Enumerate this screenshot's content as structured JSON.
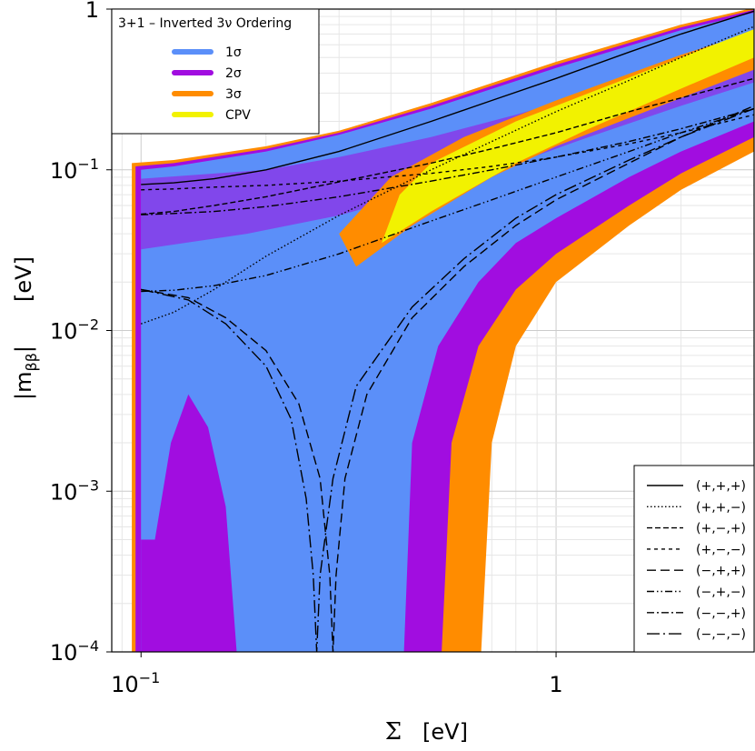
{
  "chart_data": {
    "type": "area",
    "title": "3+1 – Inverted 3ν Ordering",
    "xlabel": {
      "symbol": "Σ",
      "unit": "[eV]"
    },
    "ylabel": {
      "symbol": "|m",
      "subscript": "ββ",
      "close": "|",
      "unit": "[eV]"
    },
    "x_scale": "log",
    "y_scale": "log",
    "xlim": [
      0.085,
      3.0
    ],
    "ylim": [
      0.0001,
      1.0
    ],
    "grid": true,
    "x_ticks": [
      {
        "value": 0.1,
        "base": "10",
        "exp": "−1"
      },
      {
        "value": 1.0,
        "base": "1",
        "exp": ""
      }
    ],
    "y_ticks": [
      {
        "value": 1.0,
        "base": "1",
        "exp": ""
      },
      {
        "value": 0.1,
        "base": "10",
        "exp": "−1"
      },
      {
        "value": 0.01,
        "base": "10",
        "exp": "−2"
      },
      {
        "value": 0.001,
        "base": "10",
        "exp": "−3"
      },
      {
        "value": 0.0001,
        "base": "10",
        "exp": "−4"
      }
    ],
    "colors": {
      "sigma1": "#5b8ff9",
      "sigma2": "#a10de0",
      "sigma3": "#ff8c00",
      "cpv": "#f2f200"
    },
    "bands": [
      {
        "name": "3σ",
        "color_key": "sigma3",
        "upper": [
          [
            0.095,
            0.11
          ],
          [
            0.12,
            0.115
          ],
          [
            0.2,
            0.14
          ],
          [
            0.3,
            0.175
          ],
          [
            0.5,
            0.26
          ],
          [
            1.0,
            0.47
          ],
          [
            2.0,
            0.8
          ],
          [
            3.0,
            1.02
          ]
        ],
        "lower_right": [
          [
            0.66,
            0.0001
          ],
          [
            0.7,
            0.002
          ],
          [
            0.8,
            0.008
          ],
          [
            1.0,
            0.02
          ],
          [
            1.5,
            0.045
          ],
          [
            2.0,
            0.075
          ],
          [
            3.0,
            0.13
          ]
        ]
      },
      {
        "name": "2σ",
        "color_key": "sigma2",
        "upper": [
          [
            0.097,
            0.105
          ],
          [
            0.12,
            0.11
          ],
          [
            0.2,
            0.135
          ],
          [
            0.3,
            0.17
          ],
          [
            0.5,
            0.25
          ],
          [
            1.0,
            0.45
          ],
          [
            2.0,
            0.77
          ],
          [
            3.0,
            0.99
          ]
        ],
        "lower_right": [
          [
            0.53,
            0.0001
          ],
          [
            0.56,
            0.002
          ],
          [
            0.65,
            0.008
          ],
          [
            0.8,
            0.018
          ],
          [
            1.0,
            0.03
          ],
          [
            1.5,
            0.06
          ],
          [
            2.0,
            0.095
          ],
          [
            3.0,
            0.16
          ]
        ]
      },
      {
        "name": "1σ",
        "color_key": "sigma1",
        "upper": [
          [
            0.1,
            0.1
          ],
          [
            0.12,
            0.105
          ],
          [
            0.2,
            0.13
          ],
          [
            0.3,
            0.165
          ],
          [
            0.5,
            0.24
          ],
          [
            1.0,
            0.43
          ],
          [
            2.0,
            0.74
          ],
          [
            3.0,
            0.95
          ]
        ],
        "lower_right": [
          [
            0.43,
            0.0001
          ],
          [
            0.45,
            0.002
          ],
          [
            0.52,
            0.008
          ],
          [
            0.65,
            0.02
          ],
          [
            0.8,
            0.035
          ],
          [
            1.0,
            0.05
          ],
          [
            1.5,
            0.09
          ],
          [
            2.0,
            0.13
          ],
          [
            3.0,
            0.2
          ]
        ]
      }
    ],
    "series": [
      {
        "name": "(+,+,+)",
        "dash": "solid",
        "x": [
          0.1,
          0.12,
          0.15,
          0.2,
          0.3,
          0.5,
          0.7,
          1.0,
          1.5,
          2.0,
          3.0
        ],
        "y": [
          0.081,
          0.083,
          0.088,
          0.1,
          0.13,
          0.2,
          0.27,
          0.37,
          0.54,
          0.7,
          0.97
        ]
      },
      {
        "name": "(+,+,−)",
        "dash": "dotted",
        "x": [
          0.1,
          0.12,
          0.15,
          0.2,
          0.3,
          0.5,
          0.7,
          1.0,
          1.5,
          2.0,
          3.0
        ],
        "y": [
          0.011,
          0.013,
          0.018,
          0.029,
          0.052,
          0.1,
          0.15,
          0.23,
          0.36,
          0.5,
          0.78
        ]
      },
      {
        "name": "(+,−,+)",
        "dash": "dashed",
        "x": [
          0.1,
          0.12,
          0.15,
          0.2,
          0.3,
          0.5,
          0.7,
          1.0,
          1.5,
          2.0,
          3.0
        ],
        "y": [
          0.053,
          0.055,
          0.06,
          0.068,
          0.084,
          0.11,
          0.135,
          0.17,
          0.23,
          0.28,
          0.37
        ]
      },
      {
        "name": "(+,−,−)",
        "dash": "dashed-fine",
        "x": [
          0.1,
          0.12,
          0.15,
          0.2,
          0.3,
          0.5,
          0.7,
          1.0,
          1.5,
          2.0,
          3.0
        ],
        "y": [
          0.075,
          0.076,
          0.078,
          0.08,
          0.085,
          0.095,
          0.105,
          0.12,
          0.145,
          0.17,
          0.22
        ]
      },
      {
        "name": "(−,+,+)",
        "dash": "long-dashed",
        "x": [
          0.1,
          0.13,
          0.16,
          0.2,
          0.24,
          0.27,
          0.285,
          0.29,
          0.295,
          0.31,
          0.35,
          0.45,
          0.6,
          0.8,
          1.0,
          1.5,
          2.0,
          3.0
        ],
        "y": [
          0.018,
          0.016,
          0.012,
          0.0075,
          0.0035,
          0.0012,
          0.0003,
          0.0001,
          0.0003,
          0.0012,
          0.004,
          0.012,
          0.025,
          0.045,
          0.065,
          0.11,
          0.16,
          0.25
        ]
      },
      {
        "name": "(−,+,−)",
        "dash": "dash-dot-dot",
        "x": [
          0.1,
          0.12,
          0.15,
          0.2,
          0.3,
          0.5,
          0.7,
          1.0,
          1.5,
          2.0,
          3.0
        ],
        "y": [
          0.0175,
          0.0178,
          0.019,
          0.022,
          0.03,
          0.048,
          0.065,
          0.09,
          0.13,
          0.17,
          0.24
        ]
      },
      {
        "name": "(−,−,+)",
        "dash": "dash-dot",
        "x": [
          0.1,
          0.12,
          0.15,
          0.2,
          0.3,
          0.5,
          0.7,
          1.0,
          1.5,
          2.0,
          3.0
        ],
        "y": [
          0.0525,
          0.0535,
          0.055,
          0.059,
          0.068,
          0.085,
          0.1,
          0.12,
          0.15,
          0.18,
          0.24
        ]
      },
      {
        "name": "(−,−,−)",
        "dash": "long-dash-dot",
        "x": [
          0.1,
          0.13,
          0.16,
          0.2,
          0.23,
          0.25,
          0.26,
          0.265,
          0.27,
          0.29,
          0.33,
          0.45,
          0.6,
          0.8,
          1.0,
          1.5,
          2.0,
          3.0
        ],
        "y": [
          0.018,
          0.0155,
          0.011,
          0.006,
          0.0028,
          0.0009,
          0.0003,
          0.0001,
          0.0003,
          0.0012,
          0.0045,
          0.014,
          0.028,
          0.05,
          0.07,
          0.115,
          0.16,
          0.24
        ]
      }
    ],
    "legend_colors": {
      "position": "top-left",
      "entries": [
        {
          "label": "1σ",
          "color_key": "sigma1"
        },
        {
          "label": "2σ",
          "color_key": "sigma2"
        },
        {
          "label": "3σ",
          "color_key": "sigma3"
        },
        {
          "label": "CPV",
          "color_key": "cpv"
        }
      ]
    },
    "legend_lines": {
      "position": "bottom-right",
      "entries": [
        {
          "label": "(+,+,+)",
          "dash": "solid"
        },
        {
          "label": "(+,+,−)",
          "dash": "dotted"
        },
        {
          "label": "(+,−,+)",
          "dash": "dashed"
        },
        {
          "label": "(+,−,−)",
          "dash": "dashed-fine"
        },
        {
          "label": "(−,+,+)",
          "dash": "long-dashed"
        },
        {
          "label": "(−,+,−)",
          "dash": "dash-dot-dot"
        },
        {
          "label": "(−,−,+)",
          "dash": "dash-dot"
        },
        {
          "label": "(−,−,−)",
          "dash": "long-dash-dot"
        }
      ]
    }
  }
}
